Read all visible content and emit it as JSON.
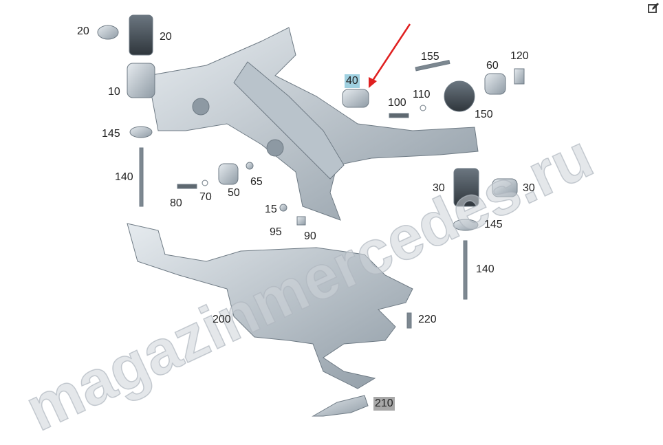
{
  "watermark": "magazinmercedes.ru",
  "highlight_colors": {
    "selected": "#9fd0e0",
    "secondary": "#a8a8a8",
    "arrow": "#e02020"
  },
  "labels": {
    "p20a": "20",
    "p20b": "20",
    "p10": "10",
    "p145a": "145",
    "p140a": "140",
    "p80": "80",
    "p70": "70",
    "p50": "50",
    "p65": "65",
    "p15": "15",
    "p95": "95",
    "p90": "90",
    "p40": "40",
    "p155": "155",
    "p60": "60",
    "p120": "120",
    "p100": "100",
    "p110": "110",
    "p150": "150",
    "p30a": "30",
    "p30b": "30",
    "p145b": "145",
    "p140b": "140",
    "p200": "200",
    "p220": "220",
    "p210": "210"
  }
}
